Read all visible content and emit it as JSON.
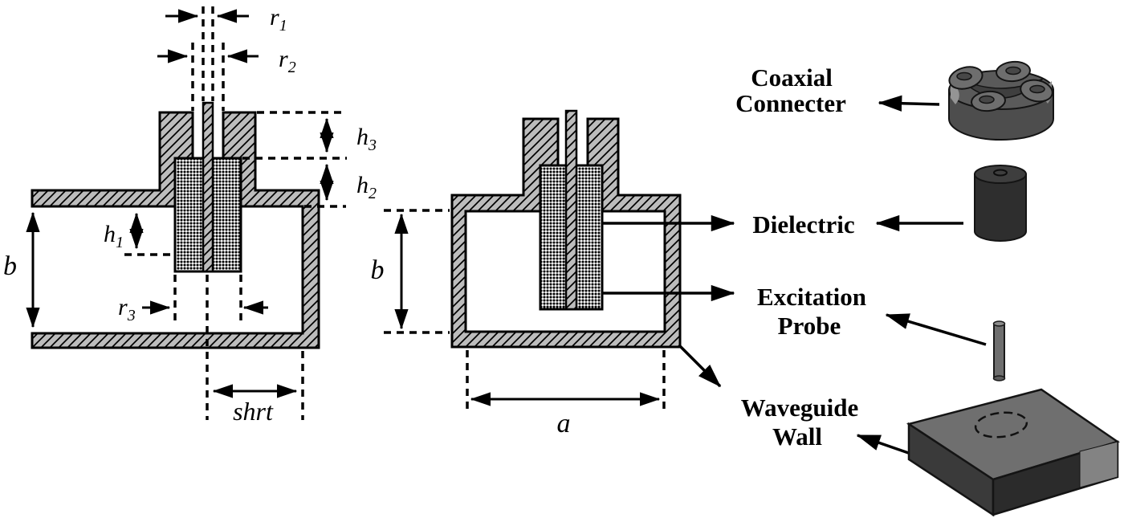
{
  "figure": {
    "type": "technical-cross-section-diagram",
    "subject": "Coaxial connector to waveguide transition with dielectric and excitation probe"
  },
  "diagram_left": {
    "dims": {
      "r1": {
        "base": "r",
        "sub": "1"
      },
      "r2": {
        "base": "r",
        "sub": "2"
      },
      "r3": {
        "base": "r",
        "sub": "3"
      },
      "h1": {
        "base": "h",
        "sub": "1"
      },
      "h2": {
        "base": "h",
        "sub": "2"
      },
      "h3": {
        "base": "h",
        "sub": "3"
      },
      "b": "b",
      "shrt": "shrt"
    }
  },
  "diagram_middle": {
    "dims": {
      "b": "b",
      "a": "a"
    }
  },
  "legend": {
    "coaxial_connector": {
      "line1": "Coaxial",
      "line2": "Connecter"
    },
    "dielectric": {
      "line1": "Dielectric"
    },
    "excitation_probe": {
      "line1": "Excitation",
      "line2": "Probe"
    },
    "waveguide_wall": {
      "line1": "Waveguide",
      "line2": "Wall"
    }
  },
  "colors": {
    "background": "#ffffff",
    "metal_hatch_fill": "#bcbcbc",
    "outline": "#000000",
    "object_body_gray": "#4d4d4d",
    "object_top_gray": "#6f6f6f",
    "object_dark_gray": "#2e2e2e"
  }
}
